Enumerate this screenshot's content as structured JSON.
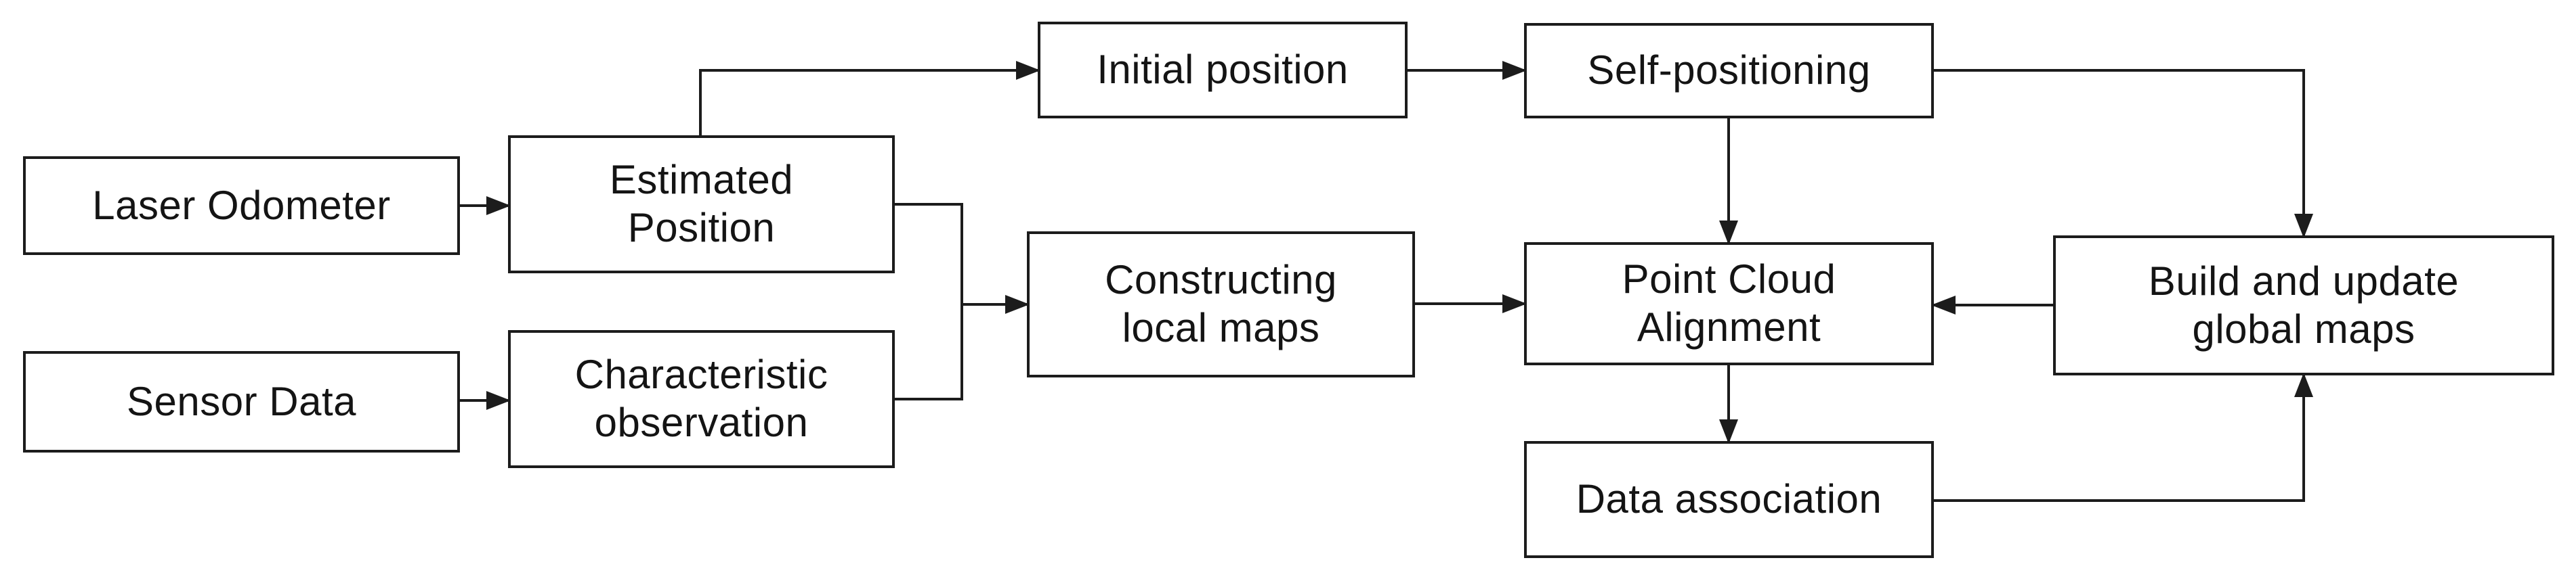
{
  "diagram": {
    "type": "flowchart",
    "colors": {
      "background": "#ffffff",
      "box_border": "#1c1c1c",
      "box_fill": "#ffffff",
      "text": "#141414",
      "arrow": "#1c1c1c"
    },
    "nodes": [
      {
        "id": "laser-odometer",
        "label": "Laser Odometer"
      },
      {
        "id": "sensor-data",
        "label": "Sensor Data"
      },
      {
        "id": "estimated-position",
        "label": "Estimated\nPosition"
      },
      {
        "id": "characteristic-observation",
        "label": "Characteristic\nobservation"
      },
      {
        "id": "initial-position",
        "label": "Initial position"
      },
      {
        "id": "self-positioning",
        "label": "Self-positioning"
      },
      {
        "id": "constructing-local-maps",
        "label": "Constructing\nlocal maps"
      },
      {
        "id": "point-cloud-alignment",
        "label": "Point Cloud\nAlignment"
      },
      {
        "id": "data-association",
        "label": "Data association"
      },
      {
        "id": "build-update-global-maps",
        "label": "Build and update\nglobal maps"
      }
    ],
    "edges": [
      {
        "from": "laser-odometer",
        "to": "estimated-position"
      },
      {
        "from": "sensor-data",
        "to": "characteristic-observation"
      },
      {
        "from": "estimated-position",
        "to": "initial-position"
      },
      {
        "from": "initial-position",
        "to": "self-positioning"
      },
      {
        "from": "estimated-position",
        "to": "constructing-local-maps"
      },
      {
        "from": "characteristic-observation",
        "to": "constructing-local-maps"
      },
      {
        "from": "self-positioning",
        "to": "build-update-global-maps"
      },
      {
        "from": "self-positioning",
        "to": "point-cloud-alignment"
      },
      {
        "from": "constructing-local-maps",
        "to": "point-cloud-alignment"
      },
      {
        "from": "build-update-global-maps",
        "to": "point-cloud-alignment"
      },
      {
        "from": "point-cloud-alignment",
        "to": "data-association"
      },
      {
        "from": "data-association",
        "to": "build-update-global-maps"
      }
    ]
  }
}
